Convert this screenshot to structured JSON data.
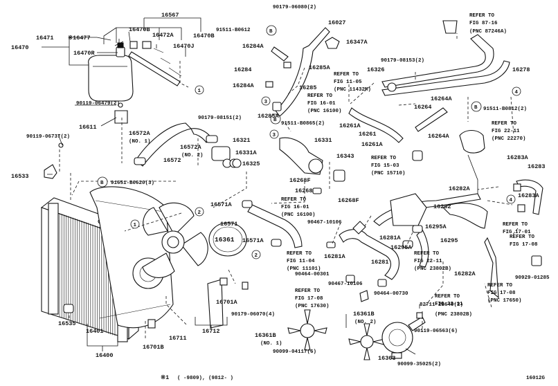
{
  "diagram_code": "16012G",
  "footnote": {
    "mark": "※1",
    "text": "( -9809), (9812- )"
  },
  "labels": [
    {
      "id": "l16567",
      "text": "16567"
    },
    {
      "id": "l16471",
      "text": "16471"
    },
    {
      "id": "l16477",
      "text": "※16477"
    },
    {
      "id": "l16470B",
      "text": "16470B"
    },
    {
      "id": "l16472A",
      "text": "16472A"
    },
    {
      "id": "l16470B2",
      "text": "16470B"
    },
    {
      "id": "l16470",
      "text": "16470"
    },
    {
      "id": "l16470R",
      "text": "16470R"
    },
    {
      "id": "l16470J",
      "text": "16470J"
    },
    {
      "id": "l90119a",
      "text": "90119-06479(2)"
    },
    {
      "id": "l16611",
      "text": "16611"
    },
    {
      "id": "l90119b",
      "text": "90119-06737(2)"
    },
    {
      "id": "l16533",
      "text": "16533"
    },
    {
      "id": "l90179a",
      "text": "90179-06080(2)"
    },
    {
      "id": "l16027",
      "text": "16027"
    },
    {
      "id": "l91511a",
      "text": "91511-B0612"
    },
    {
      "id": "l16347A",
      "text": "16347A"
    },
    {
      "id": "l16284A",
      "text": "16284A"
    },
    {
      "id": "l16284",
      "text": "16284"
    },
    {
      "id": "l16285A",
      "text": "16285A"
    },
    {
      "id": "l16284A2",
      "text": "16284A"
    },
    {
      "id": "l16285",
      "text": "16285"
    },
    {
      "id": "l16285A2",
      "text": "16285A"
    },
    {
      "id": "l90179b",
      "text": "90179-08153(2)"
    },
    {
      "id": "l16326",
      "text": "16326"
    },
    {
      "id": "l16278",
      "text": "16278"
    },
    {
      "id": "lrefer8716",
      "text": "REFER TO"
    },
    {
      "id": "lfig8716",
      "text": "FIG 87-16"
    },
    {
      "id": "lpnc8716",
      "text": "(PNC 87246A)"
    },
    {
      "id": "lrefer1105",
      "text": "REFER TO"
    },
    {
      "id": "lfig1105",
      "text": "FIG 11-05"
    },
    {
      "id": "lpnc1105",
      "text": "(PNC 11432M)"
    },
    {
      "id": "lrefer1601a",
      "text": "REFER TO"
    },
    {
      "id": "lfig1601a",
      "text": "FIG 16-01"
    },
    {
      "id": "lpnc1601a",
      "text": "(PNC 16100)"
    },
    {
      "id": "l16264A",
      "text": "16264A"
    },
    {
      "id": "l16264",
      "text": "16264"
    },
    {
      "id": "l91511b",
      "text": "91511-B0812(2)"
    },
    {
      "id": "l16261A",
      "text": "16261A"
    },
    {
      "id": "l16261",
      "text": "16261"
    },
    {
      "id": "l16261A2",
      "text": "16261A"
    },
    {
      "id": "l16264A2",
      "text": "16264A"
    },
    {
      "id": "lrefer2211a",
      "text": "REFER TO"
    },
    {
      "id": "lfig2211a",
      "text": "FIG 22-11"
    },
    {
      "id": "lpnc2211a",
      "text": "(PNC 22270)"
    },
    {
      "id": "l90179c",
      "text": "90179-08151(2)"
    },
    {
      "id": "l16572A",
      "text": "16572A"
    },
    {
      "id": "lno1a",
      "text": "(NO. 1)"
    },
    {
      "id": "l16321",
      "text": "16321"
    },
    {
      "id": "l16572A2",
      "text": "16572A"
    },
    {
      "id": "lno2a",
      "text": "(NO. 2)"
    },
    {
      "id": "l16331A",
      "text": "16331A"
    },
    {
      "id": "l16572",
      "text": "16572"
    },
    {
      "id": "l16325",
      "text": "16325"
    },
    {
      "id": "l91511c",
      "text": "91511-B0865(2)"
    },
    {
      "id": "l16331",
      "text": "16331"
    },
    {
      "id": "l16343",
      "text": "16343"
    },
    {
      "id": "lrefer1503",
      "text": "REFER TO"
    },
    {
      "id": "lfig1503",
      "text": "FIG 15-03"
    },
    {
      "id": "lpnc1503",
      "text": "(PNC 15710)"
    },
    {
      "id": "l16283A",
      "text": "16283A"
    },
    {
      "id": "l16283",
      "text": "16283"
    },
    {
      "id": "l91651",
      "text": "91651-B0620(3)"
    },
    {
      "id": "l16268F",
      "text": "16268F"
    },
    {
      "id": "l16268",
      "text": "16268"
    },
    {
      "id": "l16268F2",
      "text": "16268F"
    },
    {
      "id": "l16282A",
      "text": "16282A"
    },
    {
      "id": "l16283A2",
      "text": "16283A"
    },
    {
      "id": "l16571A",
      "text": "16571A"
    },
    {
      "id": "lrefer1601b",
      "text": "REFER TO"
    },
    {
      "id": "lfig1601b",
      "text": "FIG 16-01"
    },
    {
      "id": "lpnc1601b",
      "text": "(PNC 16100)"
    },
    {
      "id": "l16282",
      "text": "16282"
    },
    {
      "id": "l90467a",
      "text": "90467-10106"
    },
    {
      "id": "l16295A",
      "text": "16295A"
    },
    {
      "id": "lrefer1701",
      "text": "REFER TO"
    },
    {
      "id": "lfig1701",
      "text": "FIG 17-01"
    },
    {
      "id": "l16571",
      "text": "16571"
    },
    {
      "id": "l16361",
      "text": "16361"
    },
    {
      "id": "l16281A",
      "text": "16281A"
    },
    {
      "id": "l16295",
      "text": "16295"
    },
    {
      "id": "lrefer1708a",
      "text": "REFER TO"
    },
    {
      "id": "lfig1708a",
      "text": "FIG 17-08"
    },
    {
      "id": "l16571A2",
      "text": "16571A"
    },
    {
      "id": "l16295A2",
      "text": "16295A"
    },
    {
      "id": "lrefer1104",
      "text": "REFER TO"
    },
    {
      "id": "lfig1104",
      "text": "FIG 11-04"
    },
    {
      "id": "lpnc1104",
      "text": "(PNC 11101)"
    },
    {
      "id": "l16281A2",
      "text": "16281A"
    },
    {
      "id": "l16281",
      "text": "16281"
    },
    {
      "id": "lrefer2211b",
      "text": "REFER TO"
    },
    {
      "id": "lfig2211b",
      "text": "FIG 22-11"
    },
    {
      "id": "lpnc2211b",
      "text": "(PNC 23802B)"
    },
    {
      "id": "l90929",
      "text": "90929-01285"
    },
    {
      "id": "l90464a",
      "text": "90464-00301"
    },
    {
      "id": "l90467b",
      "text": "90467-10106"
    },
    {
      "id": "l90464b",
      "text": "90464-00730"
    },
    {
      "id": "l16282A2",
      "text": "16282A"
    },
    {
      "id": "lrefer1708b",
      "text": "REFER TO"
    },
    {
      "id": "lfig1708b",
      "text": "FIG 17-08"
    },
    {
      "id": "lpnc1708b",
      "text": "(PNC 17650)"
    },
    {
      "id": "lrefer1708c",
      "text": "REFER TO"
    },
    {
      "id": "lfig1708c",
      "text": "FIG 17-08"
    },
    {
      "id": "lpnc1708c",
      "text": "(PNC 17630)"
    },
    {
      "id": "l82711",
      "text": "82711-2B640(2)"
    },
    {
      "id": "lrefer2211c",
      "text": "REFER TO"
    },
    {
      "id": "lfig2211c",
      "text": "FIG 22-11"
    },
    {
      "id": "lpnc2211c",
      "text": "(PNC 23802B)"
    },
    {
      "id": "l16701A",
      "text": "16701A"
    },
    {
      "id": "l90179d",
      "text": "90179-06070(4)"
    },
    {
      "id": "l16535",
      "text": "16535"
    },
    {
      "id": "l16711",
      "text": "16711"
    },
    {
      "id": "l16712",
      "text": "16712"
    },
    {
      "id": "l16401",
      "text": "16401"
    },
    {
      "id": "l16400",
      "text": "16400"
    },
    {
      "id": "l16701B",
      "text": "16701B"
    },
    {
      "id": "l16361B",
      "text": "16361B"
    },
    {
      "id": "lno1b",
      "text": "(NO. 1)"
    },
    {
      "id": "l16361B2",
      "text": "16361B"
    },
    {
      "id": "lno2b",
      "text": "(NO. 2)"
    },
    {
      "id": "l90119c",
      "text": "90119-06563(6)"
    },
    {
      "id": "l90099a",
      "text": "90099-04117(6)"
    },
    {
      "id": "l16363",
      "text": "16363"
    },
    {
      "id": "l90099b",
      "text": "90099-35025(2)"
    }
  ],
  "callouts": [
    {
      "id": "c1a",
      "text": "1"
    },
    {
      "id": "c1b",
      "text": "1"
    },
    {
      "id": "c2a",
      "text": "2"
    },
    {
      "id": "c2b",
      "text": "2"
    },
    {
      "id": "c3a",
      "text": "3"
    },
    {
      "id": "c3b",
      "text": "3"
    },
    {
      "id": "c4a",
      "text": "4"
    },
    {
      "id": "c4b",
      "text": "4"
    },
    {
      "id": "cBa",
      "text": "B"
    },
    {
      "id": "cBb",
      "text": "B"
    },
    {
      "id": "cBc",
      "text": "B"
    },
    {
      "id": "cBd",
      "text": "B"
    }
  ]
}
